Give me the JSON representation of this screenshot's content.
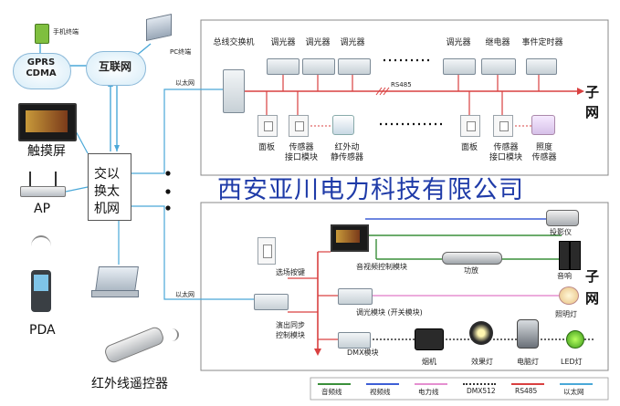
{
  "left": {
    "phone_label": "手机终端",
    "gprs_line1": "GPRS",
    "gprs_line2": "CDMA",
    "internet": "互联网",
    "pc_label": "PC终端",
    "touchscreen": "触摸屏",
    "ap": "AP",
    "pda": "PDA",
    "remote": "红外线遥控器",
    "switch_l1": "交以",
    "switch_l2": "换太",
    "switch_l3": "机网",
    "ethernet_top": "以太网",
    "ethernet_bottom": "以太网"
  },
  "top_subnet": {
    "sub_label_1": "子",
    "sub_label_2": "网",
    "bus_switch": "总线交换机",
    "dimmer_1": "调光器",
    "dimmer_2": "调光器",
    "dimmer_3": "调光器",
    "dimmer_4": "调光器",
    "relay": "继电器",
    "timer": "事件定时器",
    "rs485": "RS485",
    "panel_1": "面板",
    "sensor_if_1_l1": "传感器",
    "sensor_if_1_l2": "接口模块",
    "ir_sensor_l1": "红外动",
    "ir_sensor_l2": "静传感器",
    "panel_2": "面板",
    "sensor_if_2_l1": "传感器",
    "sensor_if_2_l2": "接口模块",
    "lux_sensor_l1": "照度",
    "lux_sensor_l2": "传感器"
  },
  "watermark": "西安亚川电力科技有限公司",
  "bottom_subnet": {
    "sub_label_1": "子",
    "sub_label_2": "网",
    "scene_key": "选场按键",
    "sync_l1": "演出同步",
    "sync_l2": "控制模块",
    "av_module": "音视频控制模块",
    "projector": "投影仪",
    "amplifier": "功放",
    "speaker": "音响",
    "dimmer_module": "调光模块 (开关模块)",
    "lighting": "照明灯",
    "dmx_module": "DMX模块",
    "smoke": "烟机",
    "effect_light": "效果灯",
    "moving_light": "电脑灯",
    "led_light": "LED灯"
  },
  "legend": [
    {
      "label": "音频线",
      "color": "#3a8f3a",
      "style": "solid"
    },
    {
      "label": "视频线",
      "color": "#3d5fd6",
      "style": "solid"
    },
    {
      "label": "电力线",
      "color": "#e58fd0",
      "style": "solid"
    },
    {
      "label": "DMX512",
      "color": "#333333",
      "style": "dotted"
    },
    {
      "label": "RS485",
      "color": "#d94040",
      "style": "solid"
    },
    {
      "label": "以太网",
      "color": "#4aa8d8",
      "style": "solid"
    }
  ],
  "colors": {
    "ethernet": "#4aa8d8",
    "rs485": "#d94040",
    "audio": "#3a8f3a",
    "video": "#3d5fd6",
    "power": "#e58fd0",
    "watermark": "#1f3ba8"
  }
}
